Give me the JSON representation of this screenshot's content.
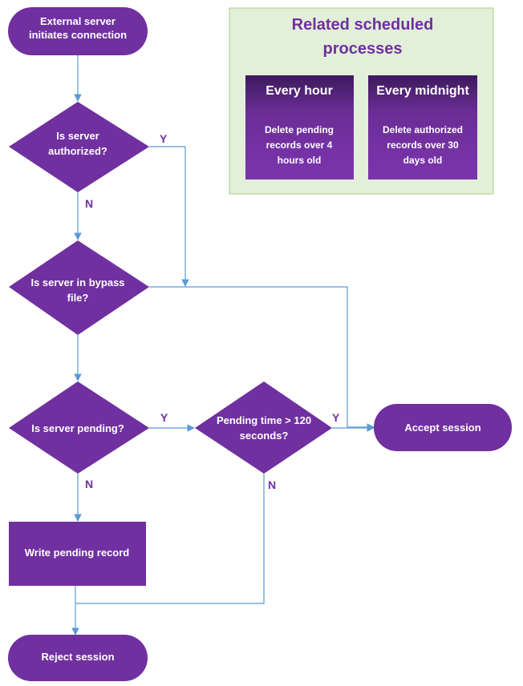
{
  "colors": {
    "node_fill": "#7030a0",
    "edge": "#5b9bd5",
    "label": "#7030a0",
    "panel_fill": "#e2efd9",
    "panel_border": "#a9d18e"
  },
  "nodes": {
    "start": "External server initiates connection",
    "authorized": "Is server authorized?",
    "bypass": "Is server in bypass file?",
    "pending": "Is server pending?",
    "pending_time": "Pending time > 120 seconds?",
    "accept": "Accept session",
    "write_pending": "Write pending record",
    "reject": "Reject session"
  },
  "edge_labels": {
    "authorized_yes": "Y",
    "authorized_no": "N",
    "pending_yes": "Y",
    "pending_no": "N",
    "pending_time_yes": "Y",
    "pending_time_no": "N"
  },
  "scheduled": {
    "title": "Related scheduled processes",
    "hourly": {
      "title": "Every hour",
      "text": "Delete pending records over 4 hours old"
    },
    "midnight": {
      "title": "Every midnight",
      "text": "Delete authorized records over 30 days old"
    }
  }
}
